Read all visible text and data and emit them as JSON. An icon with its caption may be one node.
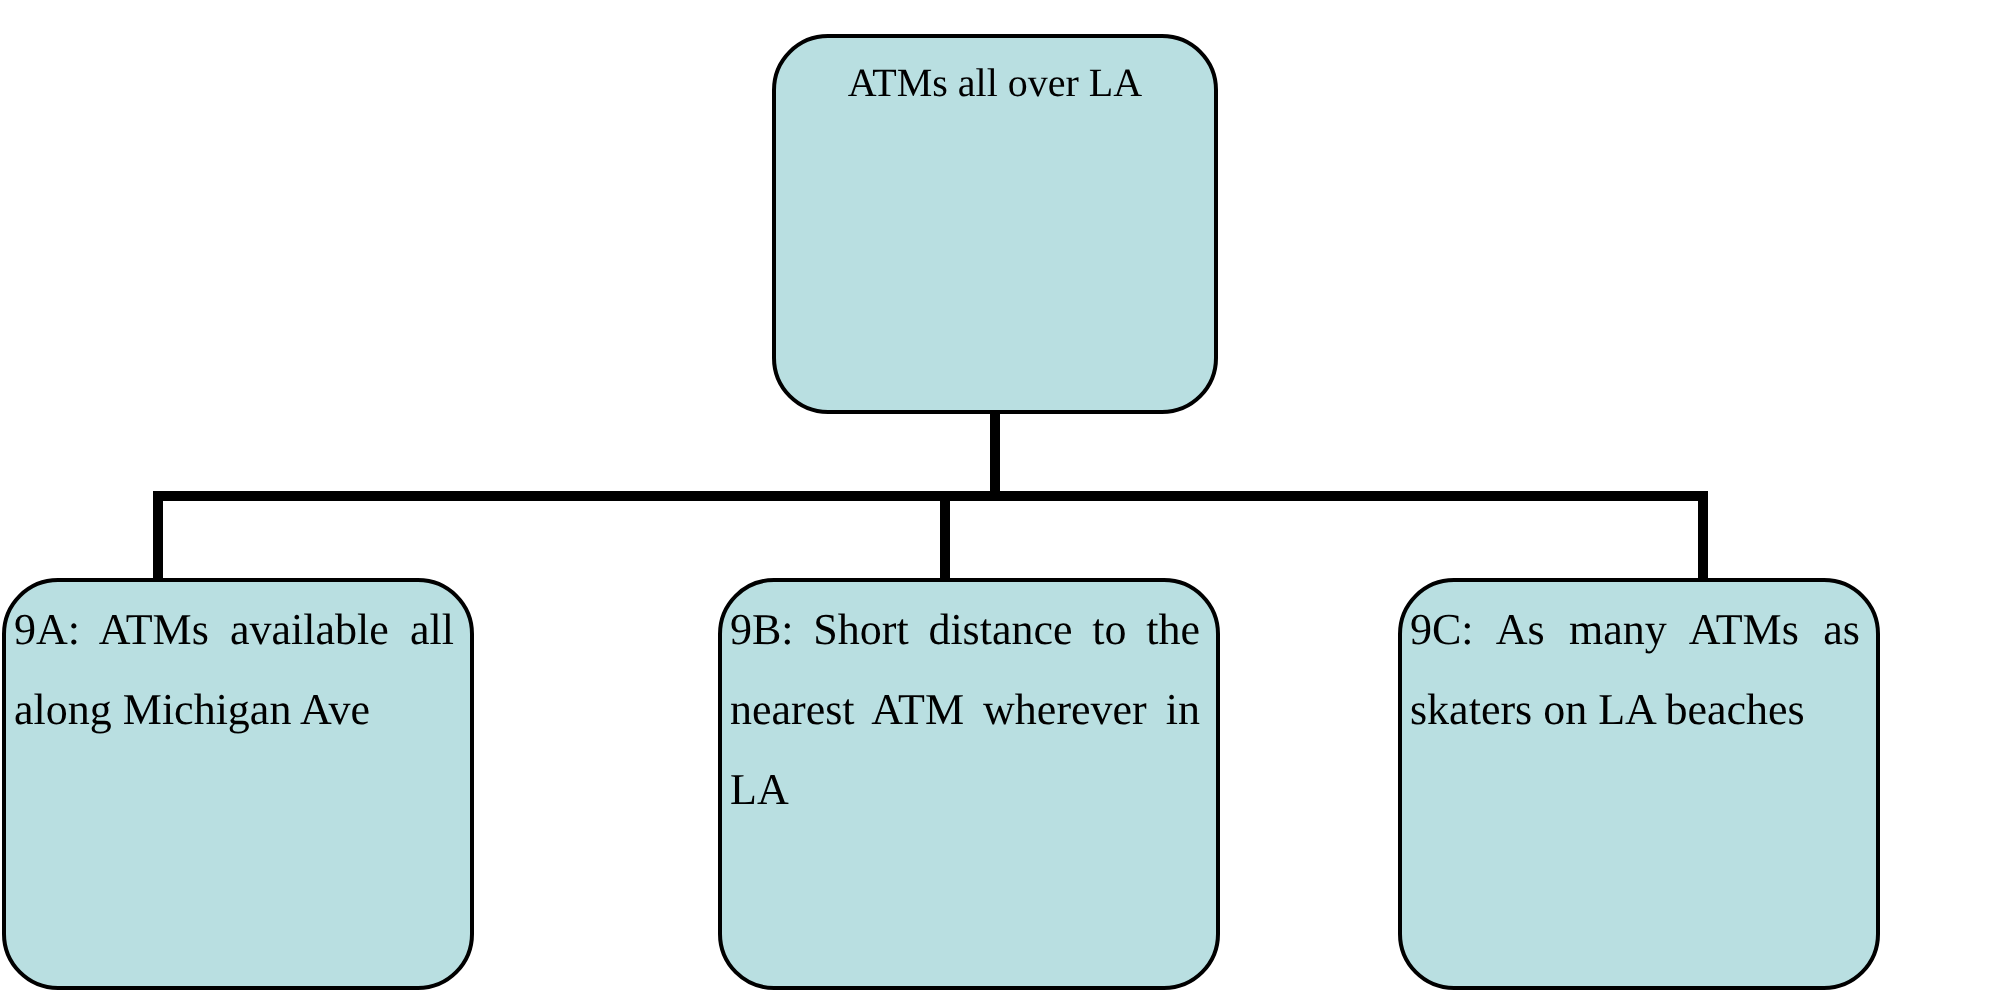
{
  "diagram": {
    "nodes": [
      {
        "text": [
          "ATMs all over LA"
        ]
      },
      {
        "text": [
          "9A: ATMs available all along Michigan Ave"
        ]
      },
      {
        "text": [
          "9B: Short distance to the nearest ATM wherever in LA"
        ]
      },
      {
        "text": [
          "9C: As many ATMs as skaters on LA beaches"
        ]
      }
    ],
    "edges": [
      {
        "from": 0,
        "to": 1,
        "arrow": "none"
      },
      {
        "from": 0,
        "to": 2,
        "arrow": "none"
      },
      {
        "from": 0,
        "to": 3,
        "arrow": "none"
      }
    ]
  }
}
